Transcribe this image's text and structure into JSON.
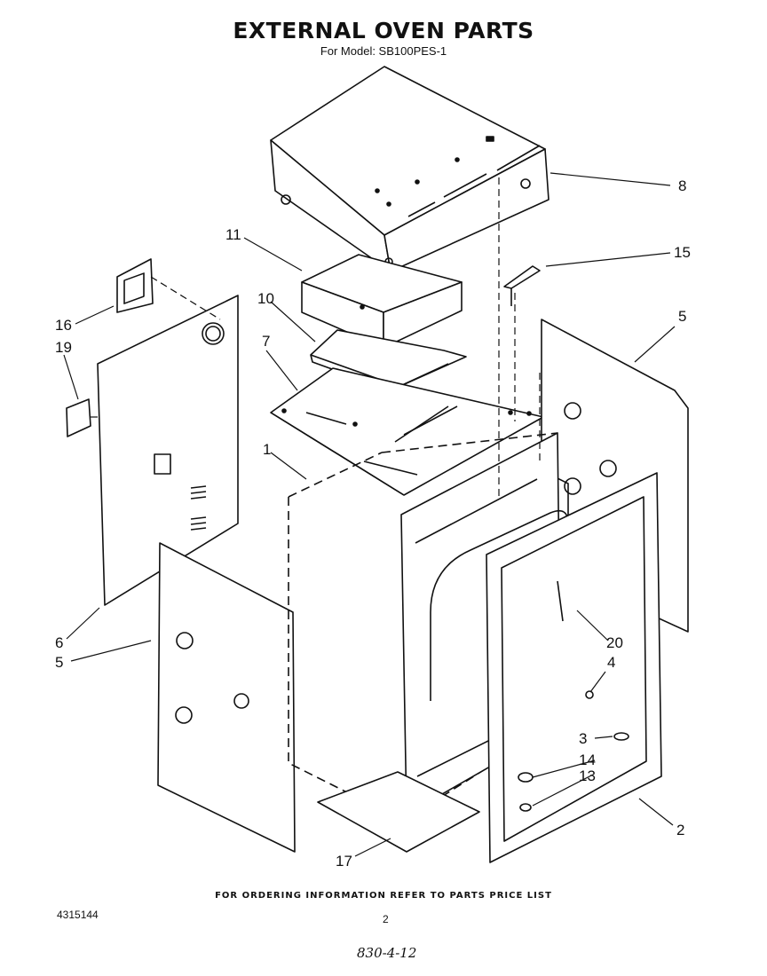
{
  "header": {
    "title": "EXTERNAL OVEN PARTS",
    "model_line": "For Model: SB100PES-1"
  },
  "footer": {
    "ordering_note": "FOR ORDERING INFORMATION REFER TO PARTS PRICE LIST",
    "document_number": "4315144",
    "page_number": "2",
    "handwritten_note": "830-4-12"
  },
  "callouts": [
    {
      "id": "8",
      "label": "8"
    },
    {
      "id": "15",
      "label": "15"
    },
    {
      "id": "11",
      "label": "11"
    },
    {
      "id": "10",
      "label": "10"
    },
    {
      "id": "7",
      "label": "7"
    },
    {
      "id": "16",
      "label": "16"
    },
    {
      "id": "19",
      "label": "19"
    },
    {
      "id": "5a",
      "label": "5"
    },
    {
      "id": "1",
      "label": "1"
    },
    {
      "id": "6",
      "label": "6"
    },
    {
      "id": "5b",
      "label": "5"
    },
    {
      "id": "20",
      "label": "20"
    },
    {
      "id": "4",
      "label": "4"
    },
    {
      "id": "3",
      "label": "3"
    },
    {
      "id": "14",
      "label": "14"
    },
    {
      "id": "13",
      "label": "13"
    },
    {
      "id": "2",
      "label": "2"
    },
    {
      "id": "17",
      "label": "17"
    }
  ]
}
